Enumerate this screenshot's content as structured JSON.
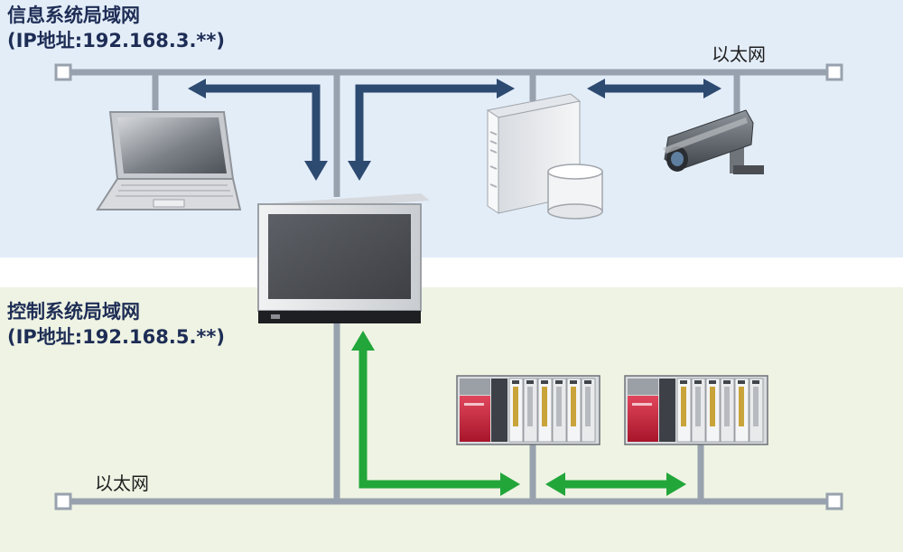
{
  "info_network": {
    "title": "信息系统局域网",
    "ip": "(IP地址:192.168.3.**)",
    "ethernet_label": "以太网"
  },
  "control_network": {
    "title": "控制系统局域网",
    "ip": "(IP地址:192.168.5.**)",
    "ethernet_label": "以太网"
  },
  "colors": {
    "info_zone_bg": "#e3edf8",
    "control_zone_bg": "#eef3e3",
    "bus_line": "#98a2ae",
    "info_arrow": "#2d4a70",
    "control_arrow": "#22a63a"
  },
  "devices": {
    "laptop": "laptop-icon",
    "hmi": "hmi-touch-panel-icon",
    "server": "server-icon",
    "database": "database-icon",
    "camera": "security-camera-icon",
    "plc_rack_1": "plc-rack-icon",
    "plc_rack_2": "plc-rack-icon"
  }
}
